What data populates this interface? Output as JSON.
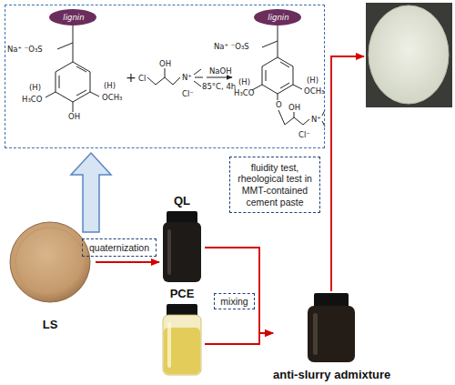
{
  "diagram": {
    "nodes": [
      {
        "text": [
          "lignin",
          "Na⁺ ⁻O₃S",
          "(H)",
          "H₃CO",
          "(H)",
          "OCH₃",
          "OH",
          "+",
          "Cl",
          "OH",
          "N⁺",
          "Cl⁻",
          "NaOH",
          "85°C, 4h",
          "lignin",
          "Na⁺ ⁻O₃S",
          "(H)",
          "H₃CO",
          "(H)",
          "OCH₃",
          "O",
          "OH",
          "N⁺",
          "Cl⁻"
        ]
      },
      {
        "text": [
          "LS"
        ]
      },
      {
        "text": [
          "quaternization"
        ]
      },
      {
        "text": [
          "QL"
        ]
      },
      {
        "text": [
          "PCE"
        ]
      },
      {
        "text": [
          "mixing"
        ]
      },
      {
        "text": [
          "anti-slurry admixture"
        ]
      },
      {
        "text": [
          "fluidity test, rheological test in MMT-contained cement paste"
        ]
      }
    ],
    "edges": [
      {
        "from": 1,
        "to": 3,
        "arrow": "to"
      },
      {
        "from": 3,
        "to": 6,
        "arrow": "to"
      },
      {
        "from": 4,
        "to": 6,
        "arrow": "to"
      }
    ]
  }
}
